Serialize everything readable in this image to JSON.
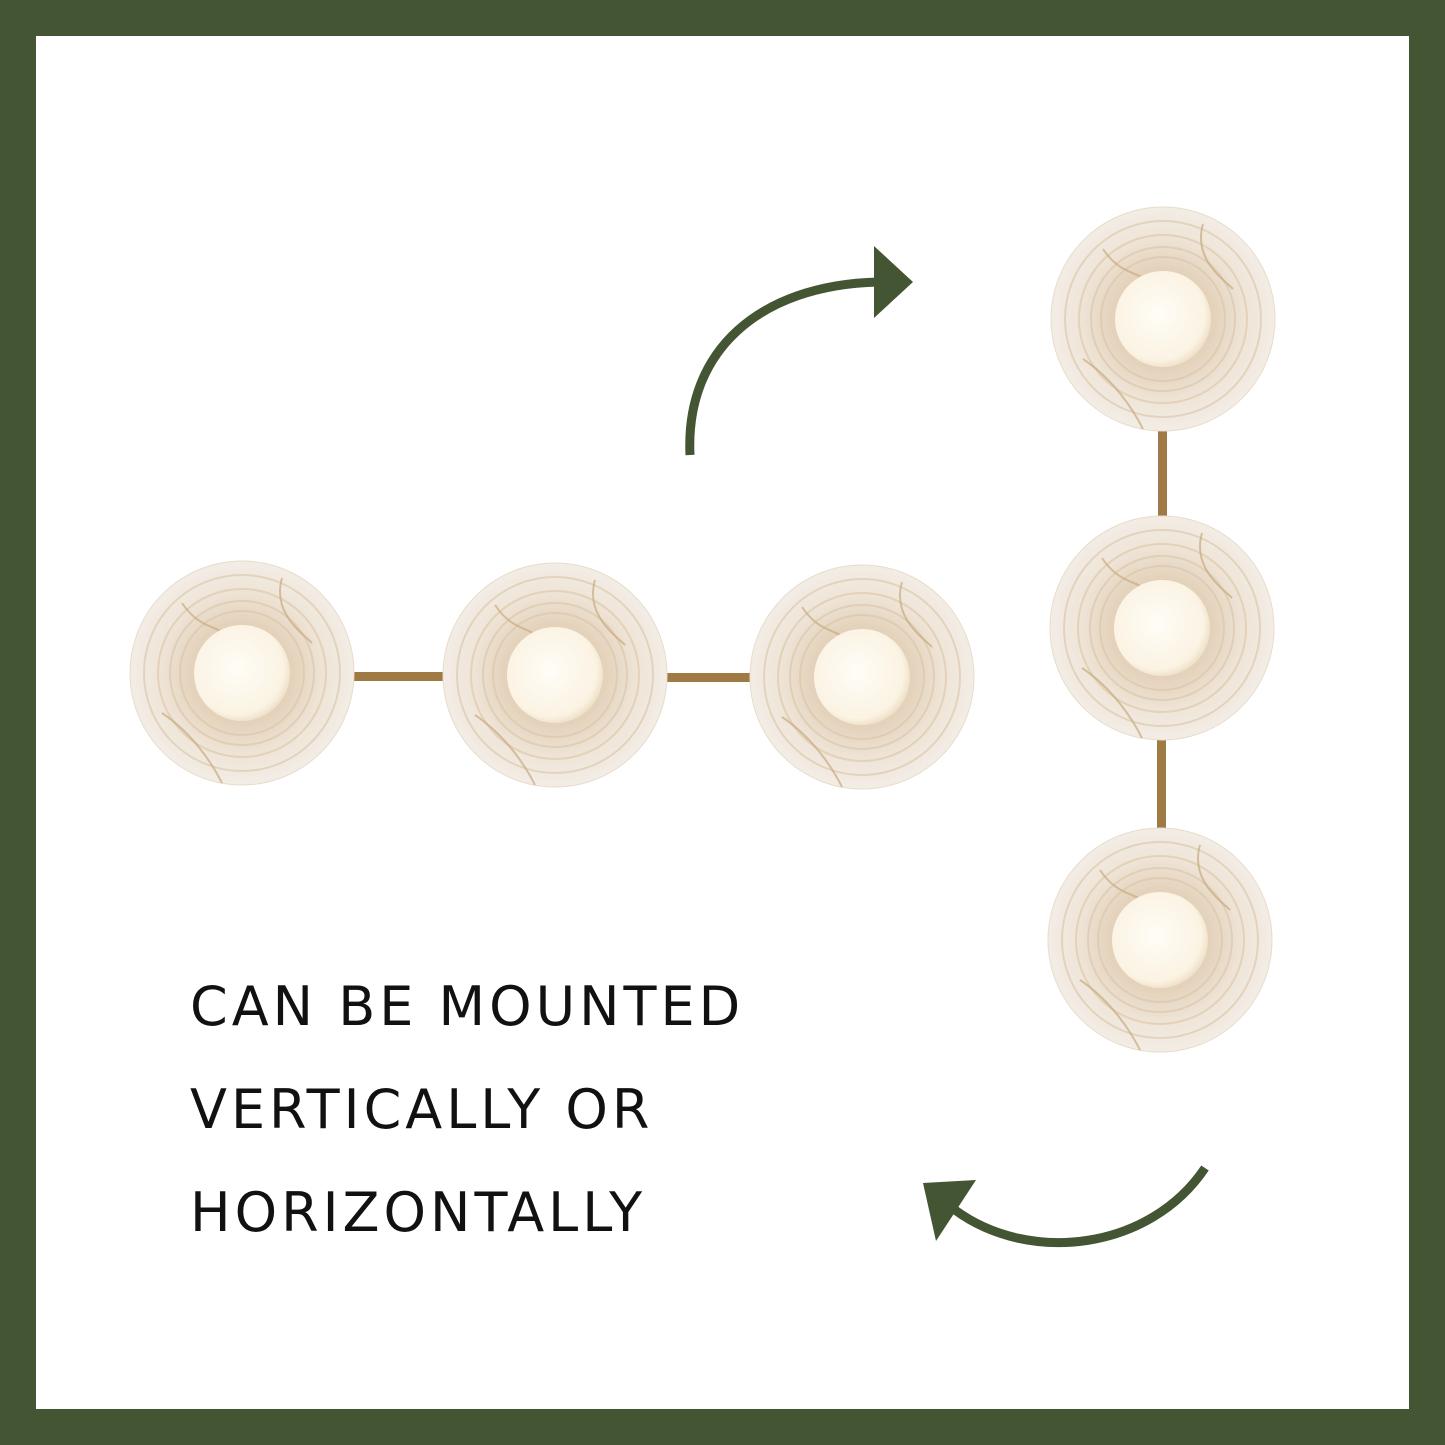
{
  "caption": {
    "lines": [
      "CAN BE MOUNTED",
      "VERTICALLY OR",
      "HORIZONTALLY"
    ]
  },
  "colors": {
    "frame": "#435533",
    "arrow": "#435533",
    "rod": "#a07a45",
    "shade": "#eadccb",
    "globe": "#fff8ee"
  },
  "icons": [
    "arrow-curved-up-right-icon",
    "arrow-curved-down-left-icon"
  ]
}
